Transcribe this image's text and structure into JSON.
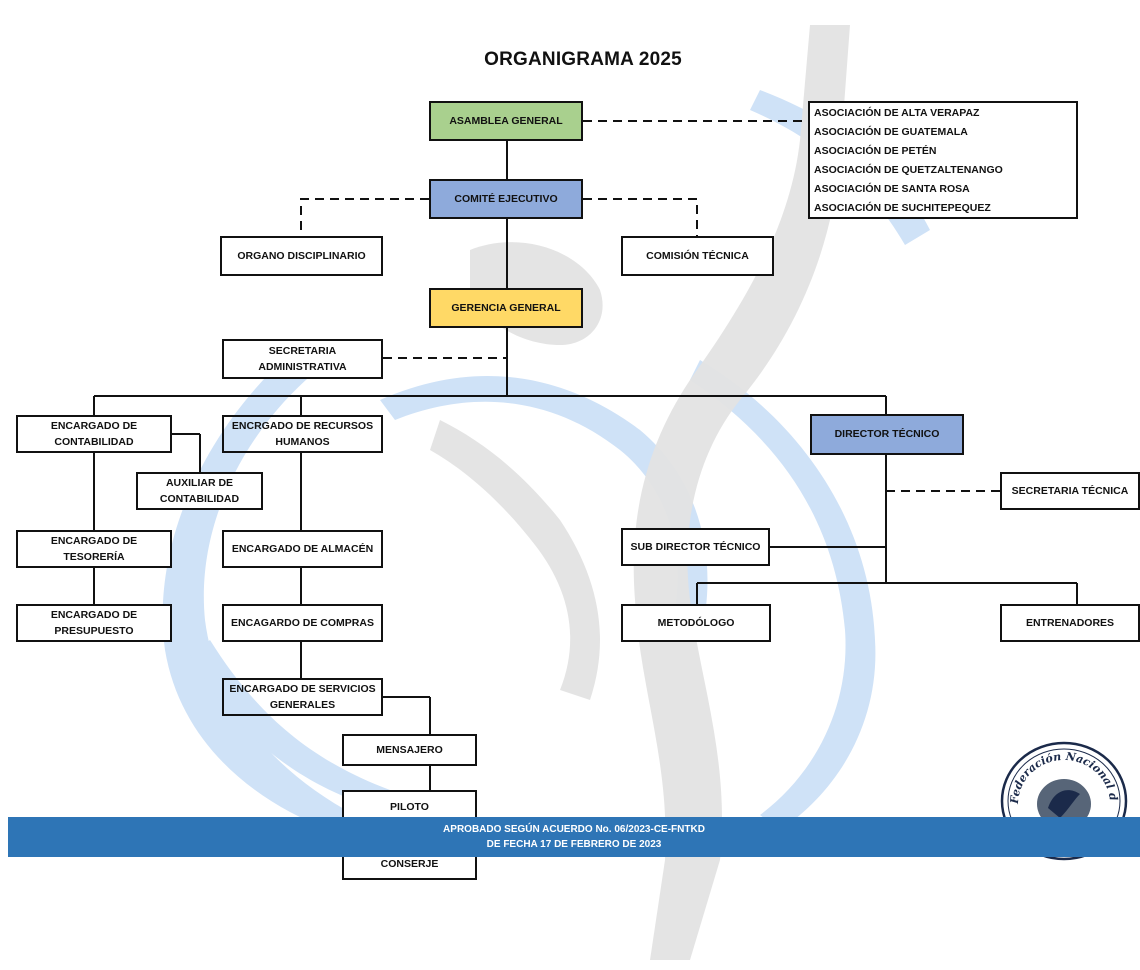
{
  "title": "ORGANIGRAMA 2025",
  "nodes": {
    "asamblea": "ASAMBLEA GENERAL",
    "comite": "COMITÉ EJECUTIVO",
    "organo": "ORGANO DISCIPLINARIO",
    "comision": "COMISIÓN TÉCNICA",
    "gerencia": "GERENCIA GENERAL",
    "secretaria_admin_1": "SECRETARIA",
    "secretaria_admin_2": "ADMINISTRATIVA",
    "contabilidad_1": "ENCARGADO DE",
    "contabilidad_2": "CONTABILIDAD",
    "rrhh_1": "ENCRGADO DE RECURSOS",
    "rrhh_2": "HUMANOS",
    "auxiliar_1": "AUXILIAR DE",
    "auxiliar_2": "CONTABILIDAD",
    "tesoreria_1": "ENCARGADO DE",
    "tesoreria_2": "TESORERÍA",
    "presupuesto_1": "ENCARGADO DE",
    "presupuesto_2": "PRESUPUESTO",
    "almacen": "ENCARGADO DE ALMACÉN",
    "compras": "ENCAGARDO DE COMPRAS",
    "servicios_1": "ENCARGADO DE SERVICIOS",
    "servicios_2": "GENERALES",
    "mensajero": "MENSAJERO",
    "piloto": "PILOTO",
    "conserje": "CONSERJE",
    "director": "DIRECTOR TÉCNICO",
    "secretaria_tecnica": "SECRETARIA TÉCNICA",
    "subdirector": "SUB DIRECTOR TÉCNICO",
    "metodologo": "METODÓLOGO",
    "entrenadores": "ENTRENADORES"
  },
  "asociaciones": [
    "ASOCIACIÓN DE ALTA VERAPAZ",
    "ASOCIACIÓN DE GUATEMALA",
    "ASOCIACIÓN DE PETÉN",
    "ASOCIACIÓN DE QUETZALTENANGO",
    "ASOCIACIÓN DE SANTA ROSA",
    "ASOCIACIÓN DE SUCHITEPEQUEZ"
  ],
  "footer": {
    "line1": "APROBADO SEGÚN ACUERDO No. 06/2023-CE-FNTKD",
    "line2": "DE FECHA 17 DE FEBRERO DE 2023"
  },
  "seal": {
    "text": "Federación Nacional de Taekwondo de Guatemala"
  },
  "colors": {
    "asamblea": "#a9d08e",
    "ejecutivo": "#8eaadb",
    "gerencia": "#ffd966",
    "footer": "#2e75b6",
    "watermark_blue": "#cfe2f7",
    "watermark_gray": "#dcdcdc"
  }
}
